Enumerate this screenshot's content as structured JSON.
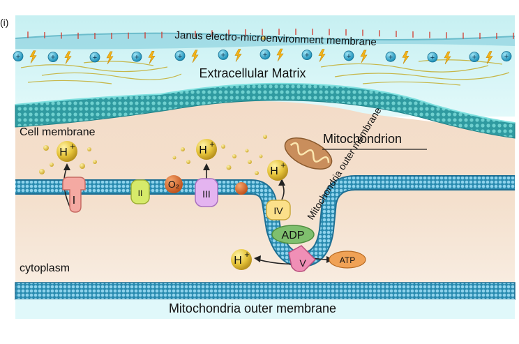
{
  "panel_label": "(i)",
  "labels": {
    "janus_membrane": "Janus electro-microenvironment membrane",
    "extracellular_matrix": "Extracellular Matrix",
    "cell_membrane": "Cell membrane",
    "mitochondrion": "Mitochondrion",
    "mito_outer_membrane_curve": "Mitochondria outer membrane",
    "mito_outer_membrane_bottom": "Mitochondria outer membrane",
    "cytoplasm": "cytoplasm"
  },
  "ions": {
    "proton_text": "H",
    "proton_sup": "+",
    "positive_sign": "+",
    "oxygen": "O₂",
    "adp": "ADP",
    "atp": "ATP"
  },
  "complexes": {
    "c1": "I",
    "c2": "II",
    "c3": "III",
    "c4": "IV",
    "c5": "V"
  },
  "colors": {
    "proton": "#e6c43a",
    "complex_i": "#f4a9a2",
    "complex_ii": "#d6ea6a",
    "complex_iii": "#e4b4f0",
    "complex_iv": "#fbe08a",
    "complex_v": "#f08fb6",
    "oxygen": "#d9692c",
    "adp": "#7fbf6e",
    "atp": "#f0a256",
    "membrane": "#2f96b3",
    "cell_membrane": "#3a9aa5"
  },
  "icons": [
    "lightning-icon",
    "positive-charge-icon",
    "arrow-icon",
    "mitochondrion-icon"
  ]
}
